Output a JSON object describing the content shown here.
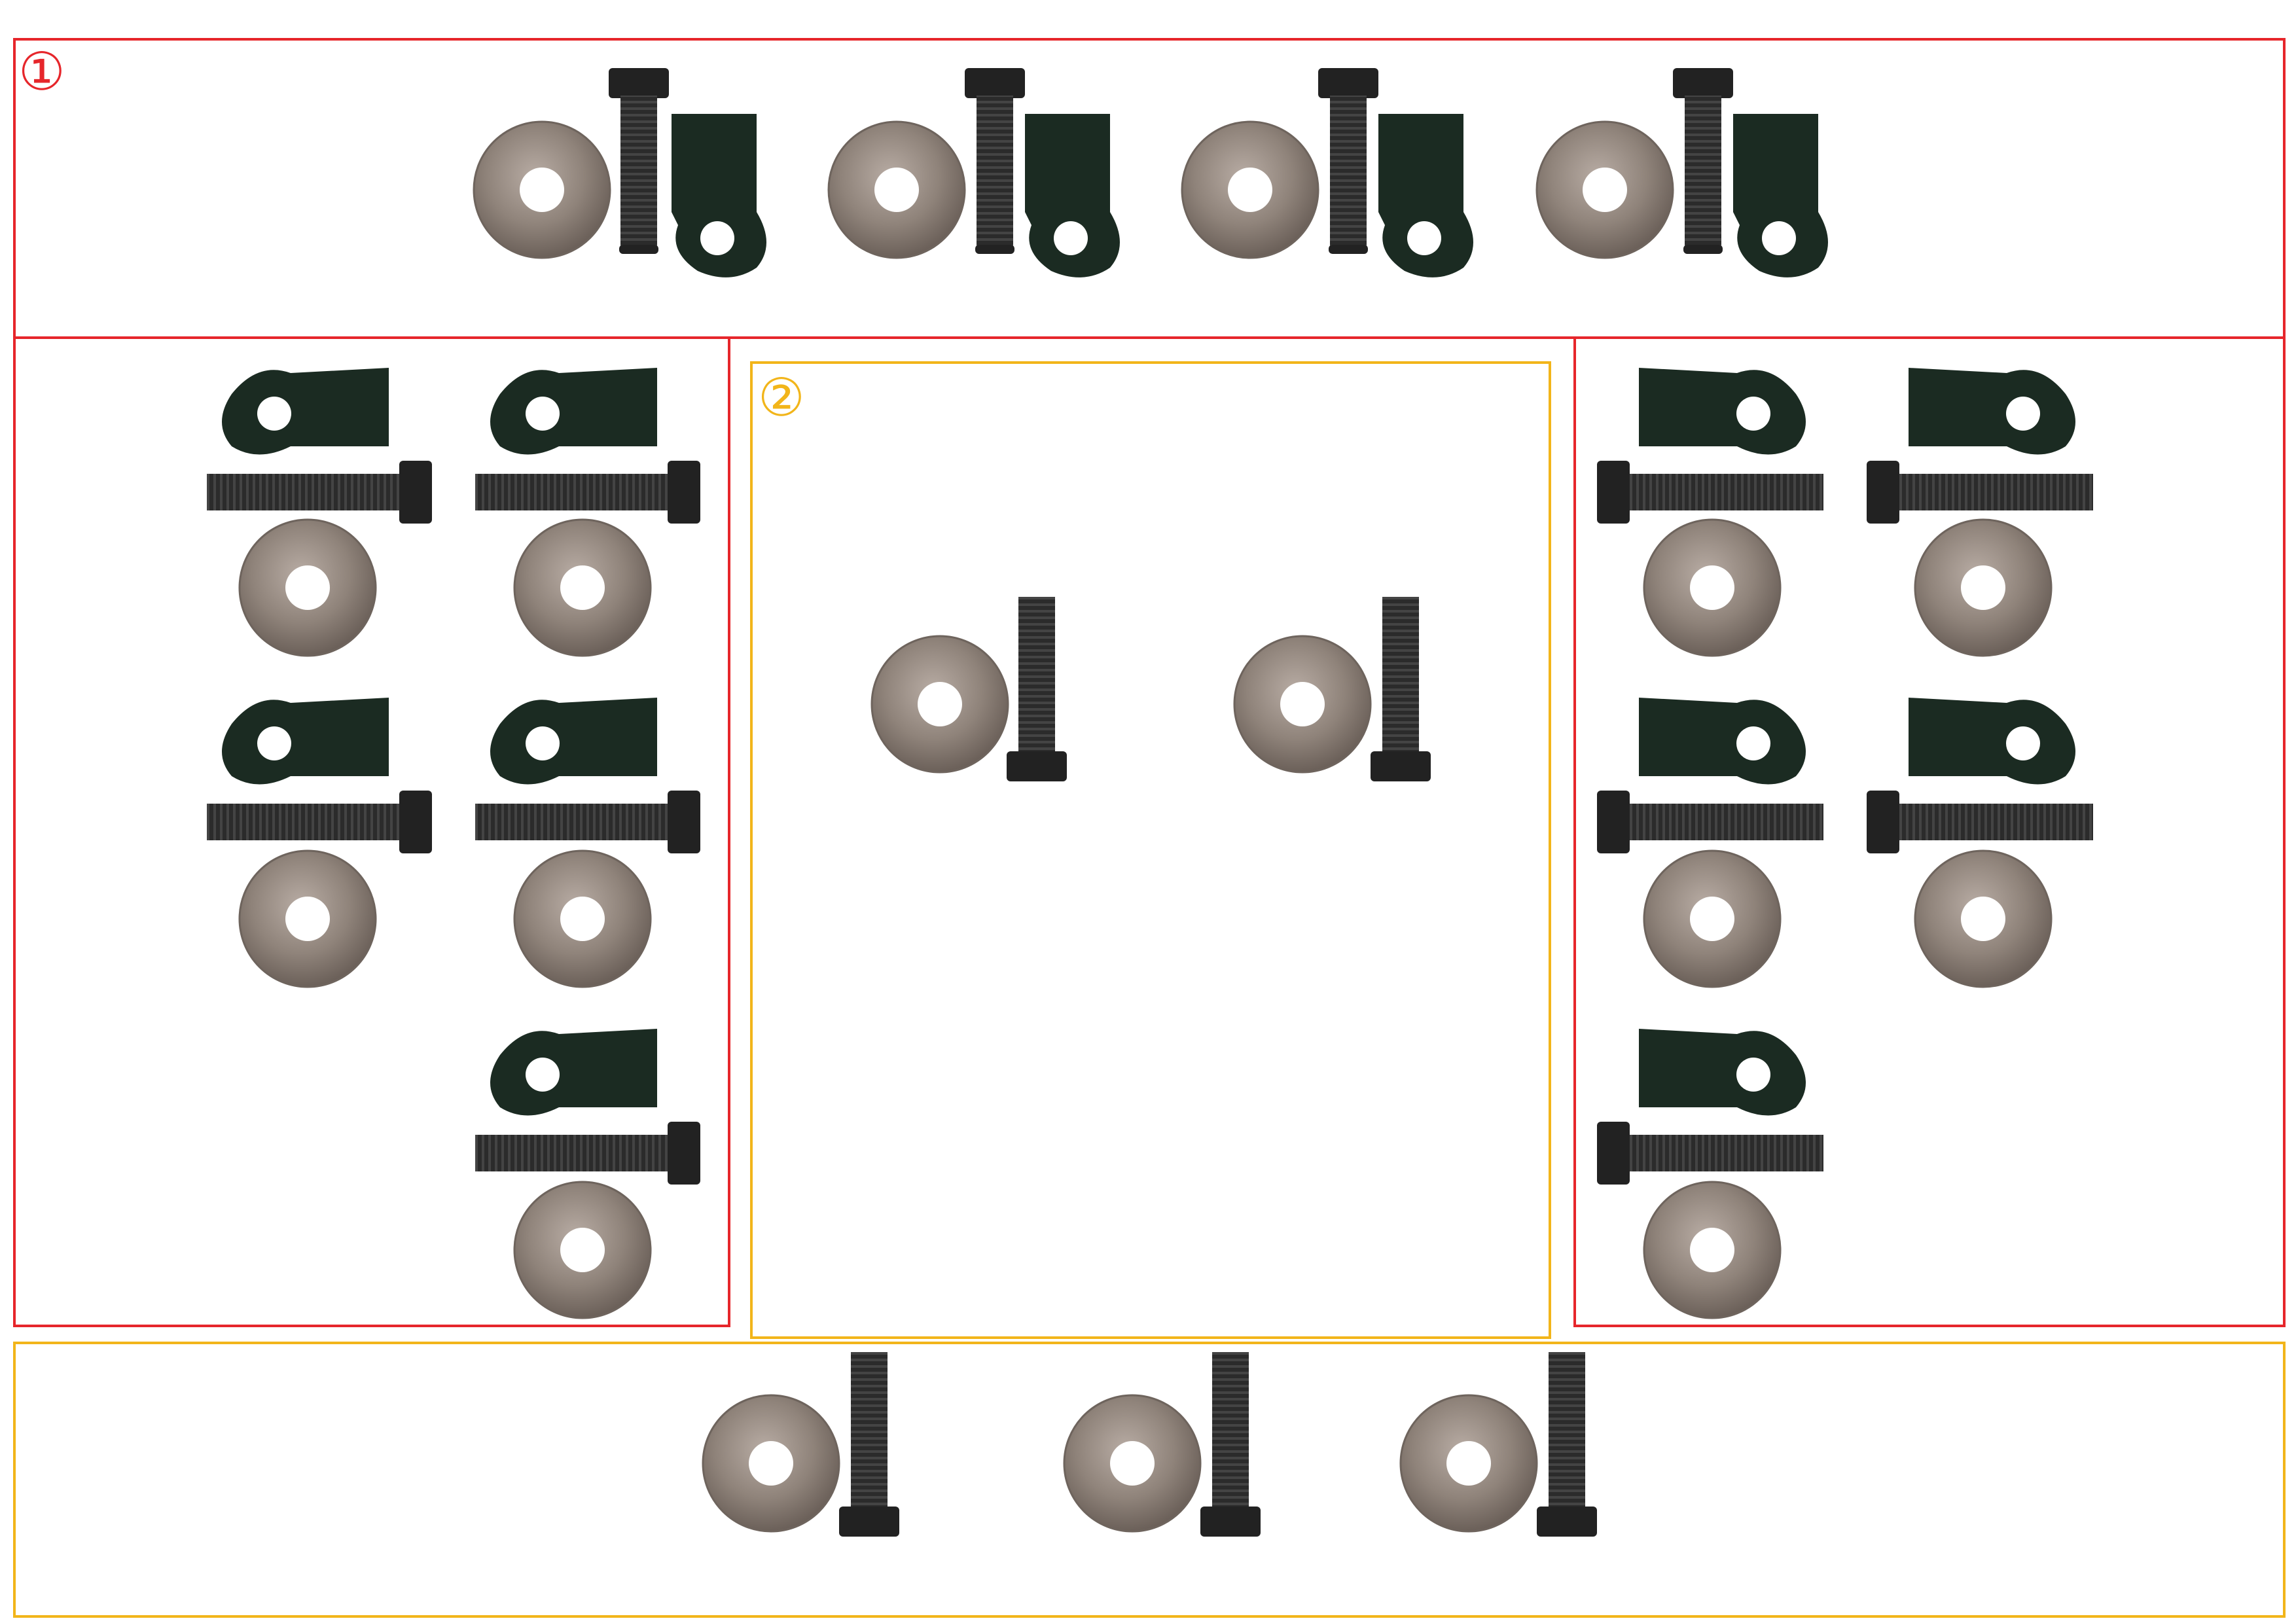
{
  "zones": {
    "group_1": {
      "label": "①",
      "color": "#e6262b"
    },
    "group_2": {
      "label": "②",
      "color": "#f2b51a"
    }
  },
  "parts": {
    "washer": {
      "icon": "washer-icon",
      "color": "#8a7f76"
    },
    "bolt": {
      "icon": "hex-bolt-icon",
      "color": "#2a2a2a"
    },
    "clip": {
      "icon": "u-nut-clip-icon",
      "color": "#1b2b22"
    }
  },
  "counts": {
    "group_1_sets": 14,
    "group_2_sets": 5
  }
}
